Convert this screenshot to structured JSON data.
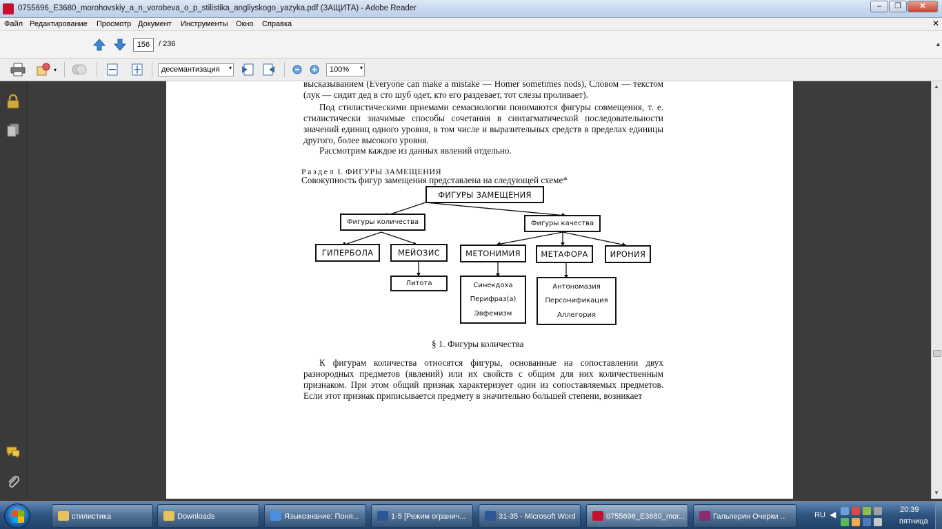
{
  "window": {
    "title": "0755696_E3680_morohovskiy_a_n_vorobeva_o_p_stilistika_angliyskogo_yazyka.pdf (ЗАЩИТА) - Adobe Reader",
    "minimize_label": "–",
    "maximize_label": "❐",
    "close_label": "✕"
  },
  "menu": {
    "items": [
      "Файл",
      "Редактирование",
      "Просмотр",
      "Документ",
      "Инструменты",
      "Окно",
      "Справка"
    ],
    "close_label": "✕"
  },
  "navigation": {
    "current_page": "156",
    "total_pages": "/ 236",
    "scroll_arrow": "▲"
  },
  "toolbar": {
    "select_value": "десемантизация",
    "select_arrow": "▾",
    "zoom_value": "100%",
    "zoom_arrow": "▾"
  },
  "document": {
    "paragraph_top": "высказыванием (Everyone can make a mistake — Homer sometimes nods), Словом — текстом (лук — сидит дед в сто шуб одет, кто его раздевает, тот слезы проливает).",
    "paragraph_stylistic": "Под стилистическими приемами семасиологии понимаются фигуры совмещения, т. е. стилистически значимые способы сочетания в синтагматической последовательности значений единиц одного уровня, в том числе и выразительных средств в пределах единицы другого, более высокого уровня.",
    "paragraph_consider": "Рассмотрим каждое из данных явлений отдельно.",
    "section_prefix": "Раздел",
    "section_title": "I. ФИГУРЫ ЗАМЕЩЕНИЯ",
    "scheme_intro": "Совокупность фигур замещения представлена на следующей схеме*",
    "subsection_title": "§ 1. Фигуры количества",
    "paragraph_quantity": "К фигурам количества относятся фигуры, основанные на сопоставлении двух разнородных предметов (явлений) или их свойств с общим для них количественным признаком. При этом общий признак характеризует один из сопоставляемых предметов. Если этот признак приписывается предмету в значительно большей степени, возникает"
  },
  "diagram": {
    "root": "ФИГУРЫ ЗАМЕЩЕНИЯ",
    "quantity": "Фигуры количества",
    "quality": "Фигуры качества",
    "hyperbole": "ГИПЕРБОЛА",
    "meiosis": "МЕЙОЗИС",
    "metonymy": "МЕТОНИМИЯ",
    "metaphor": "МЕТАФОРА",
    "irony": "ИРОНИЯ",
    "litotes": "Литота",
    "metonymy_list": [
      "Синекдоха",
      "Перифраз(а)",
      "Эвфемизм"
    ],
    "metaphor_list": [
      "Антономазия",
      "Персонификация",
      "Аллегория"
    ]
  },
  "taskbar": {
    "items": [
      {
        "label": "стилистика",
        "icon": "folder-icon",
        "color": "#e8c25a"
      },
      {
        "label": "Downloads",
        "icon": "folder-icon",
        "color": "#e8c25a"
      },
      {
        "label": "Языкознание: Поня...",
        "icon": "chrome-icon",
        "color": "#4a8fe0"
      },
      {
        "label": "1-5 [Режим огранич...",
        "icon": "word-icon",
        "color": "#2b5797"
      },
      {
        "label": "31-35 - Microsoft Word",
        "icon": "word-icon",
        "color": "#2b5797"
      },
      {
        "label": "0755696_E3680_mor...",
        "icon": "pdf-icon",
        "color": "#c8102e"
      },
      {
        "label": "Гальперин Очерки ...",
        "icon": "winrar-icon",
        "color": "#8b2c6e"
      }
    ],
    "language": "RU",
    "chevron": "◀",
    "time": "20:39",
    "day": "пятница"
  }
}
